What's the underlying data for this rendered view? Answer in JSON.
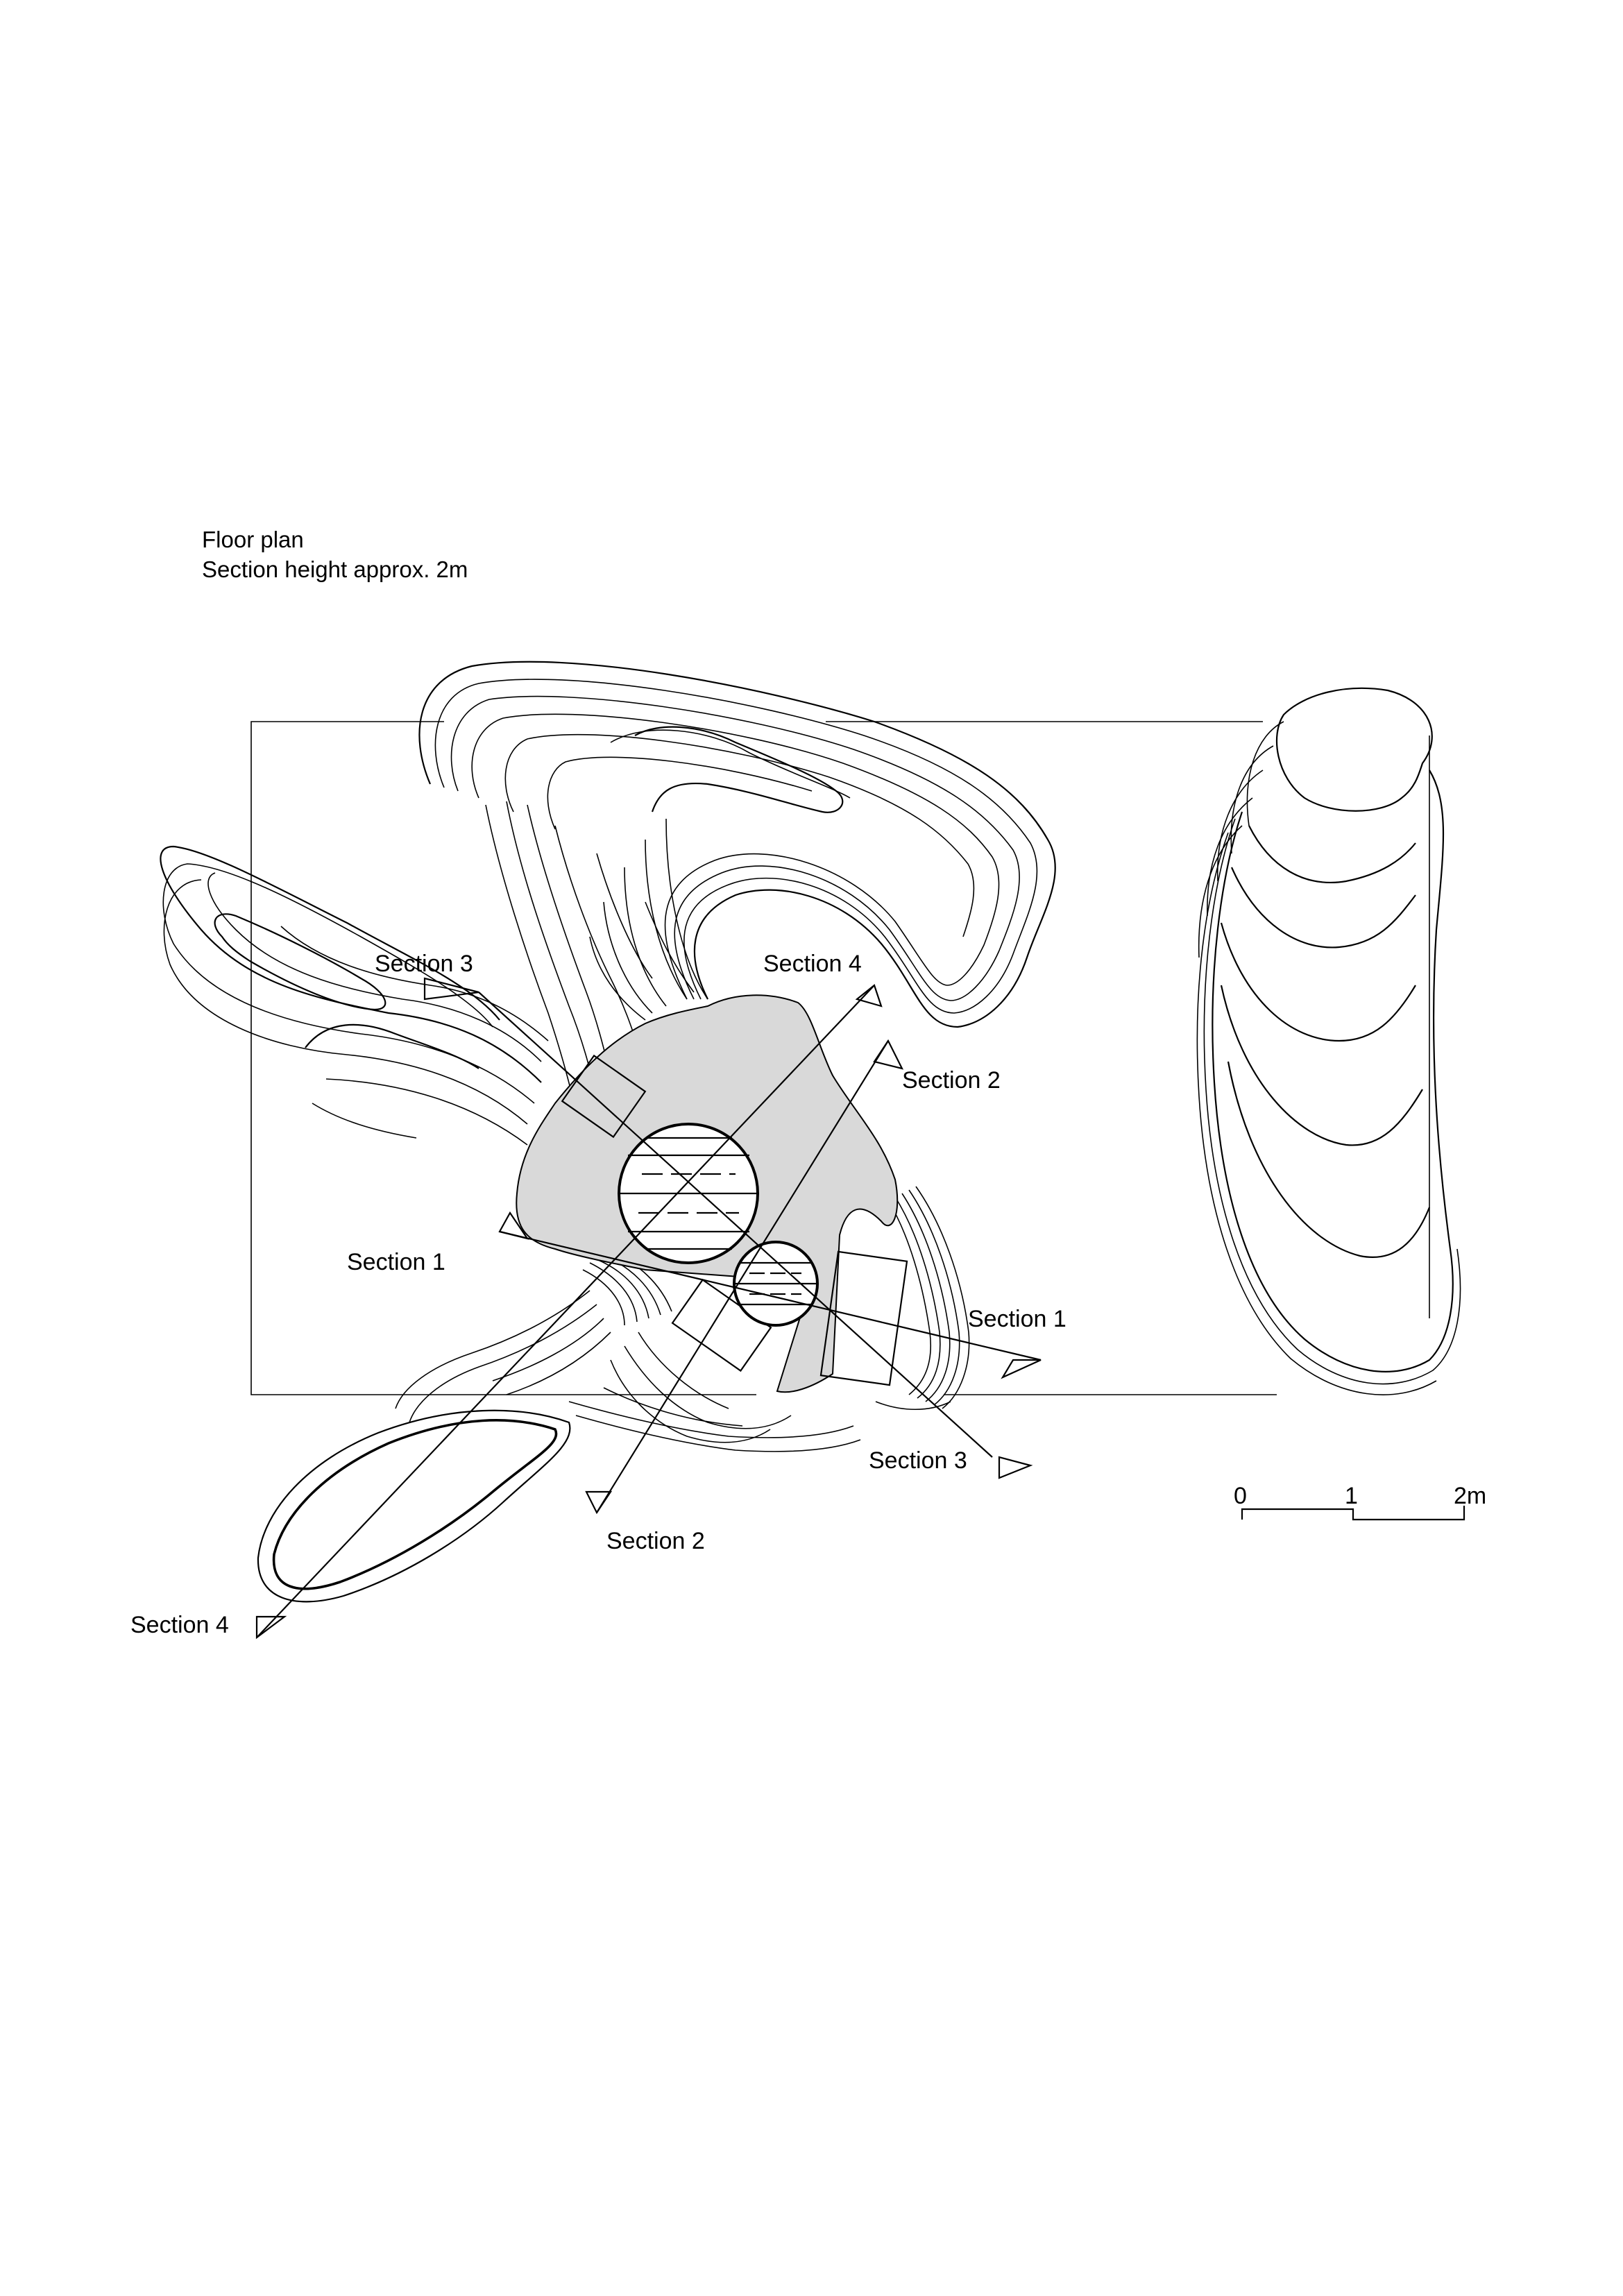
{
  "header": {
    "title": "Floor plan",
    "subtitle": "Section height approx. 2m"
  },
  "sections": {
    "s1_left": "Section 1",
    "s1_right": "Section 1",
    "s2_top": "Section 2",
    "s2_bottom": "Section 2",
    "s3_top": "Section 3",
    "s3_bottom": "Section 3",
    "s4_top": "Section 4",
    "s4_bottom": "Section 4"
  },
  "scale_bar": {
    "tick_0": "0",
    "tick_1": "1",
    "tick_2": "2m"
  },
  "colors": {
    "line": "#000000",
    "core_fill": "#d9d9d9",
    "background": "#ffffff"
  }
}
